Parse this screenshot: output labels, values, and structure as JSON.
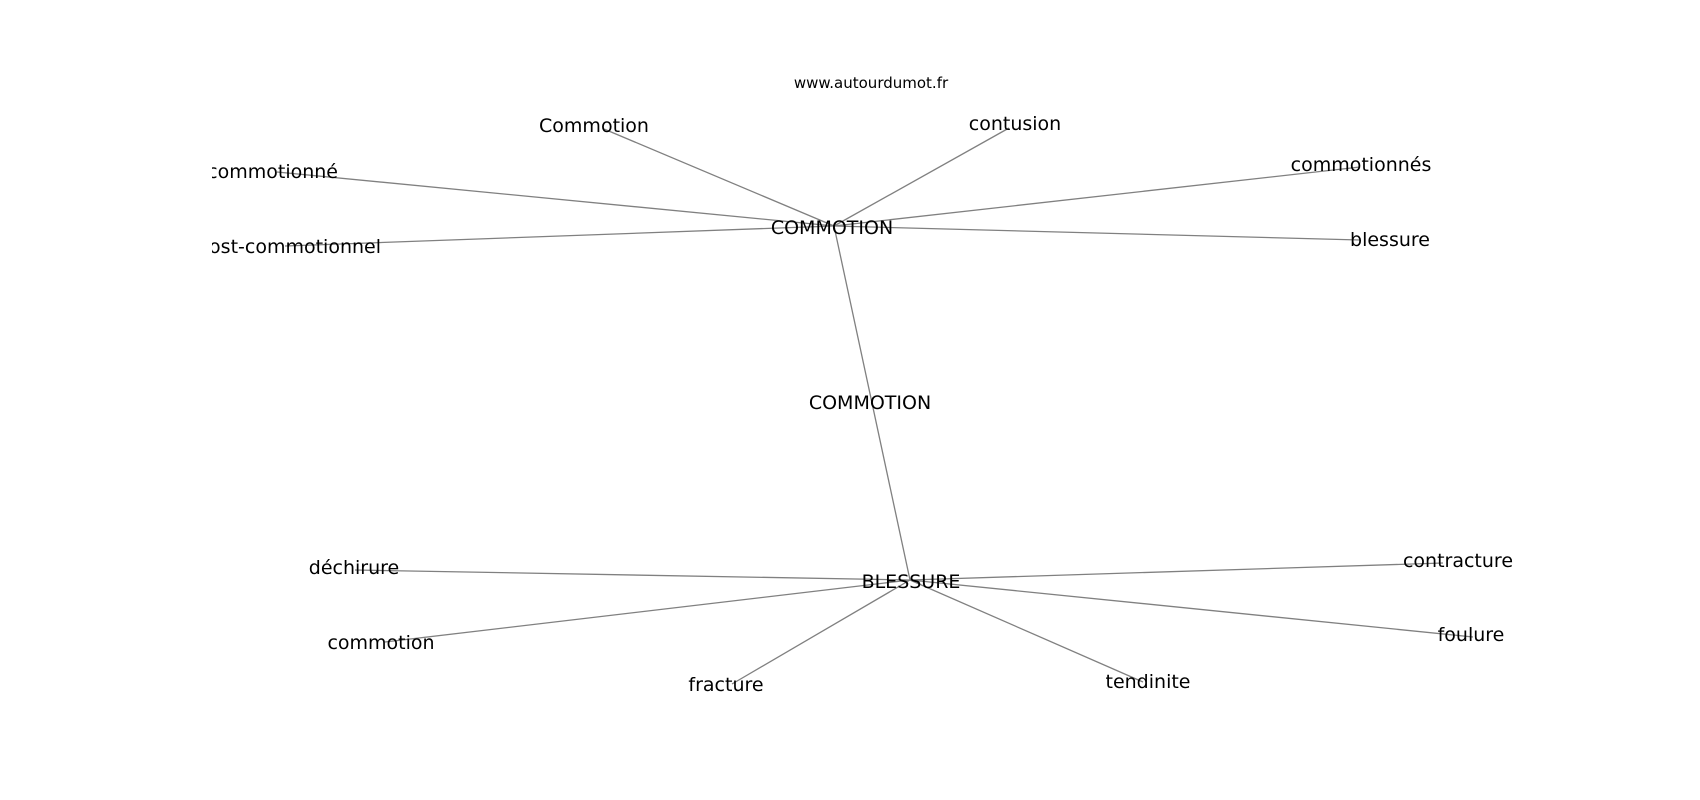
{
  "site": "www.autourdumot.fr",
  "center_label": "COMMOTION",
  "colors": {
    "edge": "#808080",
    "text": "#000000",
    "background": "#ffffff"
  },
  "nodes": [
    {
      "id": "commotion_hub",
      "label": "COMMOTION"
    },
    {
      "id": "blessure_hub",
      "label": "BLESSURE"
    },
    {
      "id": "Commotion",
      "label": "Commotion"
    },
    {
      "id": "contusion",
      "label": "contusion"
    },
    {
      "id": "commotionne",
      "label": "commotionné"
    },
    {
      "id": "commotionnes",
      "label": "commotionnés"
    },
    {
      "id": "post_commotionnel",
      "label": "post-commotionnel"
    },
    {
      "id": "blessure",
      "label": "blessure"
    },
    {
      "id": "dechirure",
      "label": "déchirure"
    },
    {
      "id": "contracture",
      "label": "contracture"
    },
    {
      "id": "commotion",
      "label": "commotion"
    },
    {
      "id": "foulure",
      "label": "foulure"
    },
    {
      "id": "fracture",
      "label": "fracture"
    },
    {
      "id": "tendinite",
      "label": "tendinite"
    }
  ],
  "edges": [
    {
      "from": "commotion_hub",
      "to": "blessure_hub"
    },
    {
      "from": "commotion_hub",
      "to": "Commotion"
    },
    {
      "from": "commotion_hub",
      "to": "contusion"
    },
    {
      "from": "commotion_hub",
      "to": "commotionne"
    },
    {
      "from": "commotion_hub",
      "to": "commotionnes"
    },
    {
      "from": "commotion_hub",
      "to": "post_commotionnel"
    },
    {
      "from": "commotion_hub",
      "to": "blessure"
    },
    {
      "from": "blessure_hub",
      "to": "dechirure"
    },
    {
      "from": "blessure_hub",
      "to": "contracture"
    },
    {
      "from": "blessure_hub",
      "to": "commotion"
    },
    {
      "from": "blessure_hub",
      "to": "foulure"
    },
    {
      "from": "blessure_hub",
      "to": "fracture"
    },
    {
      "from": "blessure_hub",
      "to": "tendinite"
    }
  ]
}
